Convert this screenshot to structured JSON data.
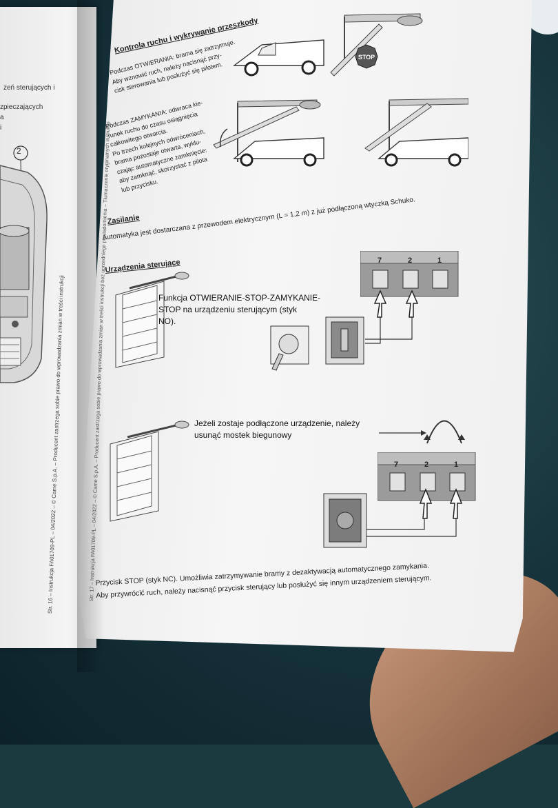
{
  "left_page": {
    "fragment1": "zeń  sterujących  i",
    "fragment2": "zpieczających",
    "fragment3": "a",
    "fragment4": "i",
    "callout_number": "2",
    "side_caption": "Str. 16 – Instrukcja FA01709-PL – 04/2022 – © Came S.p.A. – Producent zastrzega sobie prawo do wprowadzania zmian w treści instrukcji"
  },
  "right_page": {
    "section1": {
      "heading": "Kontrola ruchu i wykrywanie przeszkody",
      "opening_lines": [
        "Podczas OTWIERANIA: brama się zatrzymuje.",
        "Aby wznowić ruch, należy nacisnąć przy-",
        "cisk sterowania lub posłużyć się pilotem."
      ],
      "closing_lines": [
        "Podczas ZAMYKANIA: odwraca kie-",
        "runek ruchu do czasu osiągnięcia",
        "całkowitego otwarcia.",
        "Po trzech kolejnych odwróceniach,",
        "brama pozostaje otwarta, wyklu-",
        "czając automatyczne zamknięcie:",
        "aby zamknąć, skorzystać z pilota",
        "lub przycisku."
      ],
      "stop_sign": "STOP"
    },
    "section2": {
      "heading": "Zasilanie",
      "text": "Automatyka jest dostarczana z przewodem elektrycznym (L = 1,2 m) z już podłączoną wtyczką Schuko."
    },
    "section3": {
      "heading": "Urządzenia sterujące",
      "function_text": [
        "Funkcja OTWIERANIE-STOP-ZAMYKANIE-",
        "STOP na urządzeniu sterującym (styk",
        "NO)."
      ],
      "terminals_top": [
        "7",
        "2",
        "1"
      ],
      "bridge_text": [
        "Jeżeli zostaje podłączone urządzenie, należy",
        "usunąć mostek biegunowy"
      ],
      "terminals_bottom": [
        "7",
        "2",
        "1"
      ],
      "stop_button_text": [
        "Przycisk STOP (styk NC). Umożliwia zatrzymywanie bramy z dezaktywacją automatycznego zamykania.",
        "Aby przywrócić ruch, należy nacisnąć przycisk sterujący lub posłużyć się innym urządzeniem sterującym."
      ]
    },
    "side_caption": "Str. 17 – Instrukcja FA01709-PL – 04/2022 – © Came S.p.A. – Producent zastrzega sobie prawo do wprowadzania zmian w treści instrukcji bez uprzedniego powiadomienia – Tłumaczenie oryginalnych instrukcji"
  },
  "colors": {
    "page": "#f2f2f2",
    "ink": "#222222",
    "terminal_block": "#9b9b9b",
    "background": "#1a3a3f"
  }
}
